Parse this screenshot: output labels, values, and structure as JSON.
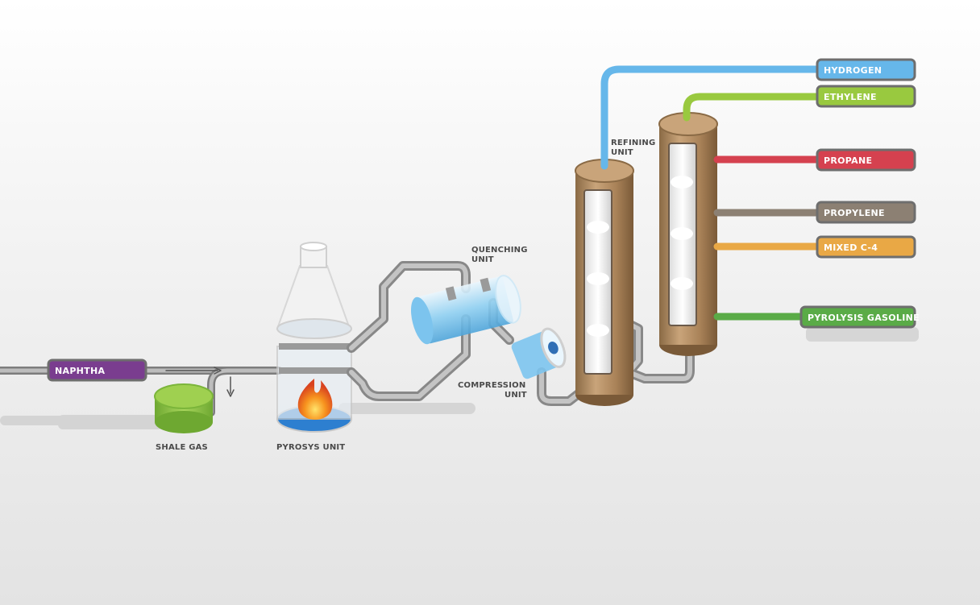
{
  "feeds": {
    "naphtha": {
      "label": "NAPHTHA",
      "color": "#7a3d8f"
    },
    "shale_gas": {
      "label": "SHALE GAS",
      "color": "#8cc34a"
    }
  },
  "units": {
    "pyrolysis": "PYROSYS UNIT",
    "quenching": [
      "QUENCHING",
      "UNIT"
    ],
    "compression": [
      "COMPRESSION",
      "UNIT"
    ],
    "refining": [
      "REFINING",
      "UNIT"
    ]
  },
  "products": [
    {
      "label": "HYDROGEN",
      "color": "#66b7ea"
    },
    {
      "label": "ETHYLENE",
      "color": "#99c93f"
    },
    {
      "label": "PROPANE",
      "color": "#d5414f"
    },
    {
      "label": "PROPYLENE",
      "color": "#8c8073"
    },
    {
      "label": "MIXED C-4",
      "color": "#e9a845"
    },
    {
      "label": "PYROLYSIS GASOLINE",
      "color": "#5aab47"
    }
  ]
}
